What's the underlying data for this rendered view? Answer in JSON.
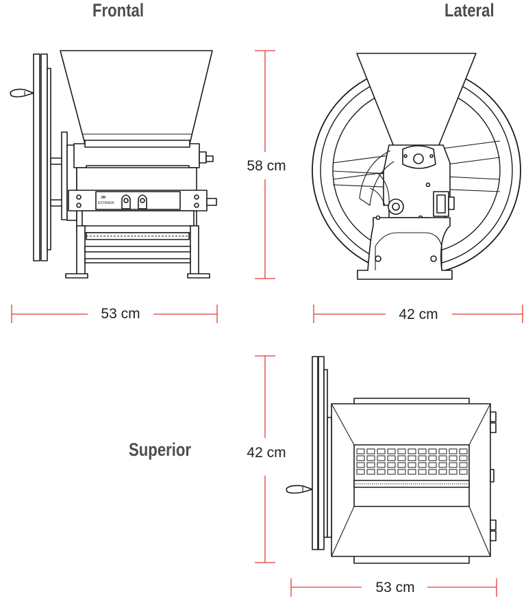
{
  "views": {
    "front": {
      "title": "Frontal",
      "width_label": "53 cm",
      "height_label": "58 cm",
      "plate_text_1": "JM",
      "plate_text_2": "ESTRADA"
    },
    "side": {
      "title": "Lateral",
      "width_label": "42 cm"
    },
    "top": {
      "title": "Superior",
      "depth_label": "42 cm",
      "width_label": "53 cm"
    }
  },
  "colors": {
    "dimension_line": "#e53935",
    "title": "#4d4d4d",
    "ink": "#1a1a1a"
  }
}
